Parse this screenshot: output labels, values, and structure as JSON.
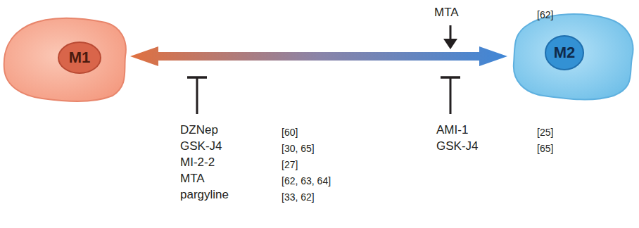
{
  "diagram": {
    "nodes": [
      {
        "text": [
          "M1"
        ]
      },
      {
        "text": [
          "M2"
        ]
      }
    ],
    "edges": [
      {
        "from": 0,
        "to": 1,
        "arrow": "both"
      }
    ],
    "labels": [
      "MTA",
      "[62]",
      "DZNep",
      "[60]",
      "GSK-J4",
      "[30, 65]",
      "MI-2-2",
      "[27]",
      "MTA",
      "[62, 63, 64]",
      "pargyline",
      "[33, 62]",
      "AMI-1",
      "[25]",
      "GSK-J4",
      "[65]"
    ]
  }
}
